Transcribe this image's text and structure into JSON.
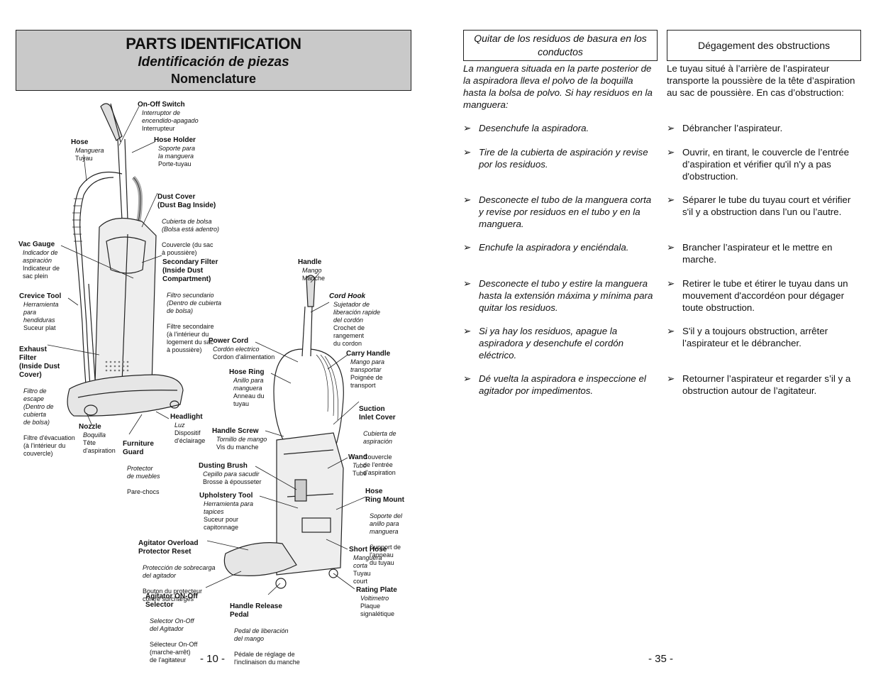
{
  "left_page": {
    "title_en": "PARTS IDENTIFICATION",
    "title_es": "Identificación de piezas",
    "title_fr": "Nomenclature",
    "labels": {
      "onoff": {
        "en": "On-Off Switch",
        "es": [
          "Interruptor de",
          "encendido-apagado"
        ],
        "fr": [
          "Interrupteur"
        ]
      },
      "hose": {
        "en": "Hose",
        "es": [
          "Manguera"
        ],
        "fr": [
          "Tuyau"
        ]
      },
      "hoseholder": {
        "en": "Hose Holder",
        "es": [
          "Soporte para",
          "la manguera"
        ],
        "fr": [
          "Porte-tuyau"
        ]
      },
      "dustcover": {
        "en": "Dust Cover\n(Dust Bag Inside)",
        "es": [
          "Cubierta de bolsa",
          "(Bolsa está adentro)"
        ],
        "fr": [
          "Couvercle (du sac",
          "à poussière)"
        ]
      },
      "vacgauge": {
        "en": "Vac Gauge",
        "es": [
          "Indicador de",
          "aspiración"
        ],
        "fr": [
          "Indicateur de",
          "sac plein"
        ]
      },
      "secfilter": {
        "en": "Secondary Filter\n(Inside Dust\nCompartment)",
        "es": [
          "Filtro secundario",
          "(Dentro de cubierta",
          "de bolsa)"
        ],
        "fr": [
          "Filtre secondaire",
          "(à l'intérieur du",
          "logement du sac",
          "à poussière)"
        ]
      },
      "handle": {
        "en": "Handle",
        "es": [
          "Mango"
        ],
        "fr": [
          "Manche"
        ]
      },
      "crevice": {
        "en": "Crevice Tool",
        "es": [
          "Herramienta",
          "para",
          "hendiduras"
        ],
        "fr": [
          "Suceur plat"
        ]
      },
      "cordhook": {
        "en": "Cord Hook",
        "es": [
          "Sujetador de",
          "liberación rapide",
          "del cordón"
        ],
        "fr": [
          "Crochet de",
          "rangement",
          "du cordon"
        ]
      },
      "exhaust": {
        "en": "Exhaust\nFilter\n(Inside Dust\nCover)",
        "es": [
          "Filtro de",
          "escape",
          "(Dentro de",
          "cubierta",
          "de bolsa)"
        ],
        "fr": [
          "Filtre d'évacuation",
          "(à l'intérieur du",
          "couvercle)"
        ]
      },
      "powercord": {
        "en": "Power Cord",
        "es": [
          "Cordón electrico"
        ],
        "fr": [
          "Cordon d'alimentation"
        ]
      },
      "carry": {
        "en": "Carry Handle",
        "es": [
          "Mango para",
          "transportar"
        ],
        "fr": [
          "Poignée de",
          "transport"
        ]
      },
      "hosering": {
        "en": "Hose Ring",
        "es": [
          "Anillo para",
          "manguera"
        ],
        "fr": [
          "Anneau du",
          "tuyau"
        ]
      },
      "suction": {
        "en": "Suction\nInlet Cover",
        "es": [
          "Cubierta de",
          "aspiración"
        ],
        "fr": [
          "Couvercle",
          "de l'entrée",
          "d'aspiration"
        ]
      },
      "headlight": {
        "en": "Headlight",
        "es": [
          "Luz"
        ],
        "fr": [
          "Dispositif",
          "d'éclairage"
        ]
      },
      "nozzle": {
        "en": "Nozzle",
        "es": [
          "Boquilla"
        ],
        "fr": [
          "Tête",
          "d'aspiration"
        ]
      },
      "furniture": {
        "en": "Furniture\nGuard",
        "es": [
          "Protector",
          "de muebles"
        ],
        "fr": [
          "Pare-chocs"
        ]
      },
      "handlescrew": {
        "en": "Handle Screw",
        "es": [
          "Tornillo de mango"
        ],
        "fr": [
          "Vis du manche"
        ]
      },
      "wand": {
        "en": "Wand",
        "es": [
          "Tubo"
        ],
        "fr": [
          "Tube"
        ]
      },
      "dusting": {
        "en": "Dusting Brush",
        "es": [
          "Cepillo para sacudir"
        ],
        "fr": [
          "Brosse à épousseter"
        ]
      },
      "hosemount": {
        "en": "Hose\nRing Mount",
        "es": [
          "Soporte del",
          "anillo para",
          "manguera"
        ],
        "fr": [
          "Support de",
          "l'anneau",
          "du tuyau"
        ]
      },
      "upholstery": {
        "en": "Upholstery Tool",
        "es": [
          "Herramienta para",
          "tapices"
        ],
        "fr": [
          "Suceur pour",
          "capitonnage"
        ]
      },
      "overload": {
        "en": "Agitator Overload\nProtector Reset",
        "es": [
          "Protección de sobrecarga",
          "del agitador"
        ],
        "fr": [
          "Bouton du protecteur",
          "contre surcharges"
        ]
      },
      "shorthose": {
        "en": "Short Hose",
        "es": [
          "Manguera",
          "corta"
        ],
        "fr": [
          "Tuyau",
          "court"
        ]
      },
      "agitonoff": {
        "en": "Agitator ON-Off\nSelector",
        "es": [
          "Selector  On-Off",
          "del Agitador"
        ],
        "fr": [
          "Sélecteur On-Off",
          "(marche-arrêt)",
          "de l'agitateur"
        ]
      },
      "release": {
        "en": "Handle Release\nPedal",
        "es": [
          "Pedal de liberación",
          "del mango"
        ],
        "fr": [
          "Pédale de réglage de",
          "l'inclinaison du manche"
        ]
      },
      "rating": {
        "en": "Rating Plate",
        "es": [
          "Voltimetro"
        ],
        "fr": [
          "Plaque",
          "signalétique"
        ]
      }
    },
    "page_number": "- 10 -"
  },
  "right_page": {
    "es_heading": "Quitar de los residuos de basura en los conductos",
    "fr_heading": "Dégagement des obstructions",
    "es_intro": "La manguera situada en la parte posterior de la aspiradora lleva el polvo de la boquilla hasta la bolsa de polvo. Si hay residuos en la manguera:",
    "fr_intro": "Le tuyau situé à l’arrière de l’aspirateur transporte la poussière de la tête d’aspiration au sac de poussière. En cas d’obstruction:",
    "bullet_symbol": "➢",
    "es_steps": [
      "Desenchufe la aspiradora.",
      "Tire de la cubierta de aspiración y revise por los residuos.",
      "Desconecte el tubo de la manguera corta y revise por residuos en el tubo y en la manguera.",
      "Enchufe la aspiradora y enciéndala.",
      "Desconecte el tubo y estire la manguera hasta la extensión máxima y mínima para quitar los residuos.",
      "Si ya hay los residuos, apague la aspiradora y desenchufe el cordón eléctrico.",
      "Dé vuelta la aspiradora e inspeccione el agitador por impedimentos."
    ],
    "fr_steps": [
      "Débrancher l’aspirateur.",
      "Ouvrir, en tirant, le couvercle de l’entrée d’aspiration et vérifier qu'il n'y a pas d'obstruction.",
      "Séparer le tube du tuyau court et vérifier s'il y a obstruction dans l’un ou l’autre.",
      "Brancher l’aspirateur et le mettre en marche.",
      "Retirer le tube et étirer le tuyau dans un mouvement d'accordéon pour dégager toute obstruction.",
      "S'il y a toujours obstruction, arrêter l’aspirateur et le débrancher.",
      "Retourner l’aspirateur et regarder s’il y a obstruction autour de l’agitateur."
    ],
    "page_number": "- 35 -"
  }
}
